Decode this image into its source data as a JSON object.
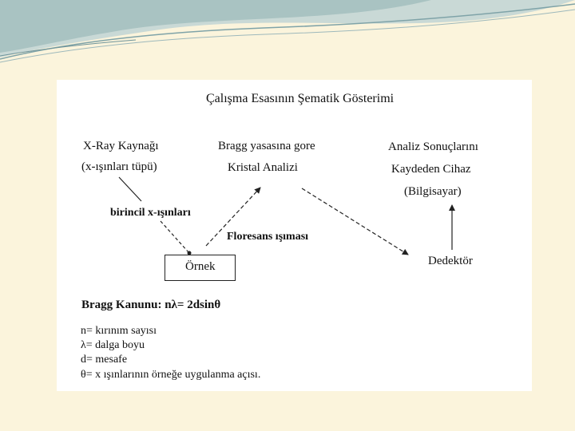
{
  "diagram": {
    "title": "Çalışma Esasının Şematik Gösterimi",
    "source_line1": "X-Ray Kaynağı",
    "source_line2": "(x-ışınları tüpü)",
    "bragg_line1": "Bragg yasasına gore",
    "bragg_line2": "Kristal Analizi",
    "result_line1": "Analiz Sonuçlarını",
    "result_line2": "Kaydeden Cihaz",
    "result_line3": "(Bilgisayar)",
    "primary_rays": "birincil x-ışınları",
    "fluorescence": "Floresans ışıması",
    "sample": "Örnek",
    "detector": "Dedektör"
  },
  "law": {
    "heading": "Bragg Kanunu: nλ= 2dsinθ",
    "n_def": "n= kırınım sayısı",
    "lambda_def": "λ= dalga boyu",
    "d_def": "d= mesafe",
    "theta_def": "θ= x ışınlarının örneğe uygulanma açısı."
  },
  "colors": {
    "background": "#fbf4dc",
    "swoosh_dark": "#8fb0b4",
    "swoosh_light": "#c9d9d6"
  }
}
